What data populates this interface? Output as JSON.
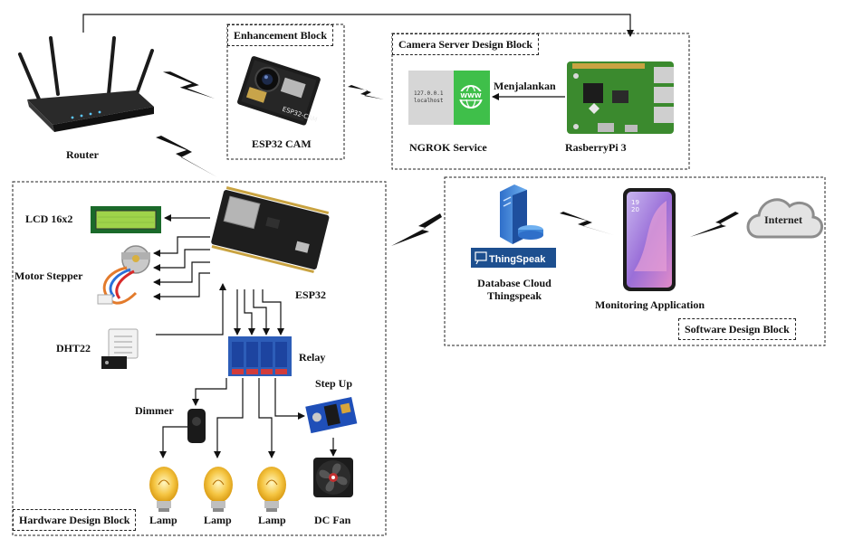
{
  "blocks": {
    "enhancement": "Enhancement Block",
    "camera_server": "Camera Server Design Block",
    "hardware": "Hardware Design Block",
    "software": "Software Design Block"
  },
  "labels": {
    "router": "Router",
    "esp32_cam": "ESP32 CAM",
    "ngrok": "NGROK Service",
    "menjalankan": "Menjalankan",
    "raspberry": "RasberryPi 3",
    "lcd": "LCD 16x2",
    "motor": "Motor Stepper",
    "dht": "DHT22",
    "esp32": "ESP32",
    "relay": "Relay",
    "step_up": "Step Up",
    "dimmer": "Dimmer",
    "lamp1": "Lamp",
    "lamp2": "Lamp",
    "lamp3": "Lamp",
    "dc_fan": "DC Fan",
    "database_line1": "Database Cloud",
    "database_line2": "Thingspeak",
    "monitoring": "Monitoring Application",
    "internet": "Internet"
  },
  "ngrok_screen": {
    "ip": "127.0.0.1",
    "host": "localhost",
    "www": "WWW"
  },
  "esp_cam_print": "ESP32-CAM",
  "thingspeak_logo": "ThingSpeak",
  "phone_time": "19",
  "phone_date": "20"
}
